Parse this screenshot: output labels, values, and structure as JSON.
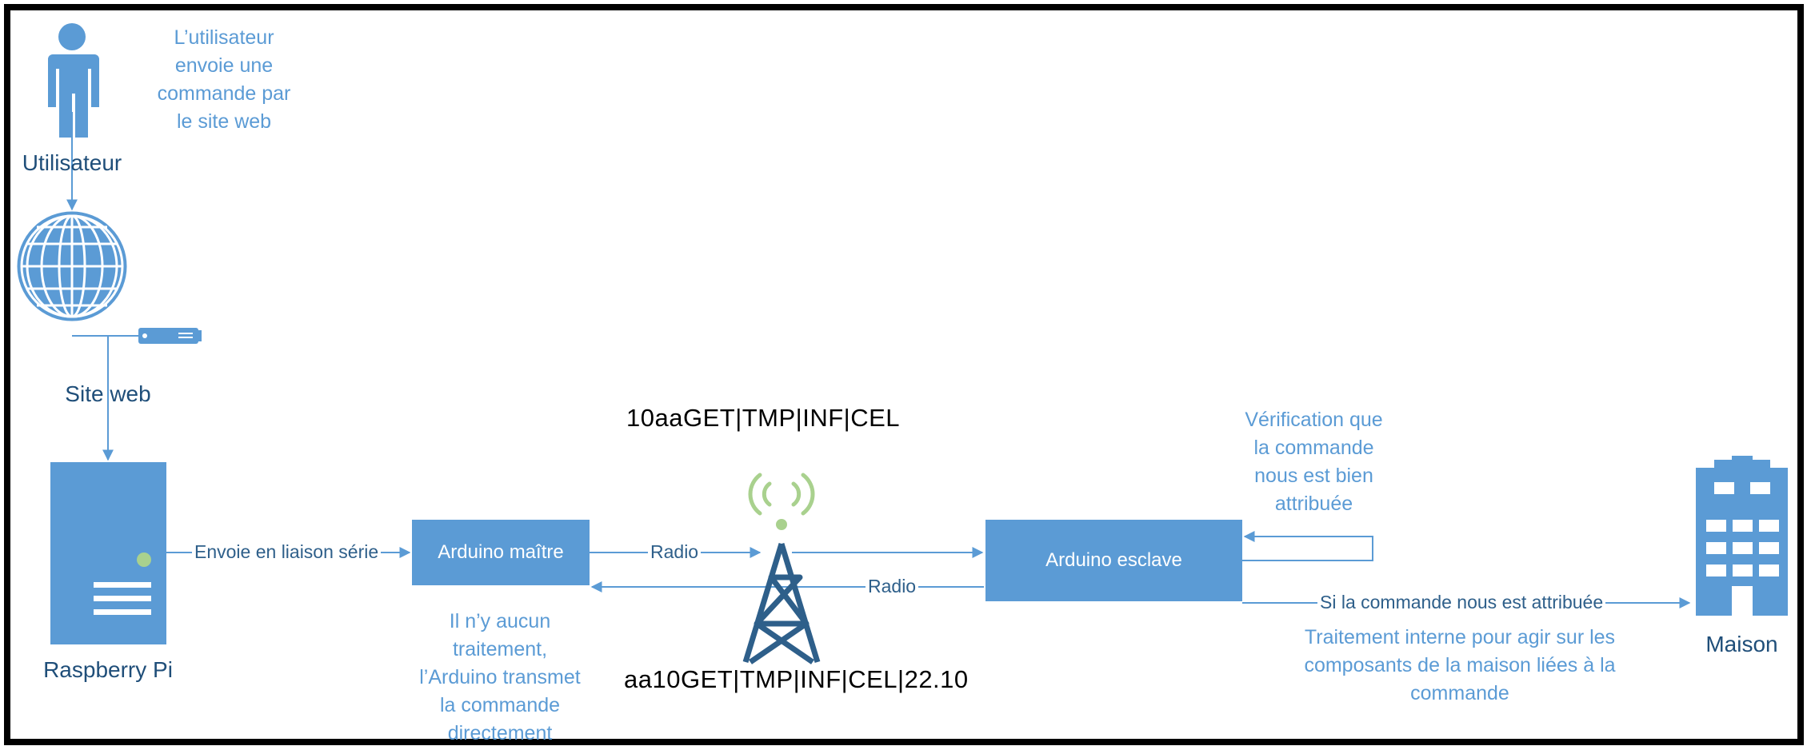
{
  "nodes": {
    "user": "Utilisateur",
    "website": "Site web",
    "raspberry": "Raspberry Pi",
    "master": "Arduino maître",
    "slave": "Arduino esclave",
    "house": "Maison"
  },
  "notes": {
    "user_note": [
      "L’utilisateur",
      "envoie une",
      "commande par",
      "le site web"
    ],
    "master_note": [
      "Il n’y aucun",
      "traitement,",
      "l’Arduino transmet",
      "la commande",
      "directement"
    ],
    "verify_note": [
      "Vérification que",
      "la commande",
      "nous est bien",
      "attribuée"
    ],
    "internal_note": [
      "Traitement interne pour agir sur les",
      "composants de la maison liées à la",
      "commande"
    ]
  },
  "edges": {
    "serial": "Envoie en liaison série",
    "radio_out": "Radio",
    "radio_back": "Radio",
    "assigned": "Si la commande nous est attribuée"
  },
  "messages": {
    "request": "10aaGET|TMP|INF|CEL",
    "response": "aa10GET|TMP|INF|CEL|22.10"
  },
  "colors": {
    "accent": "#5b9bd5",
    "dark": "#2e5f8a",
    "antenna_signal": "#a9d18e",
    "frame": "#000000"
  },
  "icons": [
    "user-icon",
    "globe-icon",
    "server-icon",
    "raspberry-server-icon",
    "antenna-tower-icon",
    "building-icon"
  ]
}
